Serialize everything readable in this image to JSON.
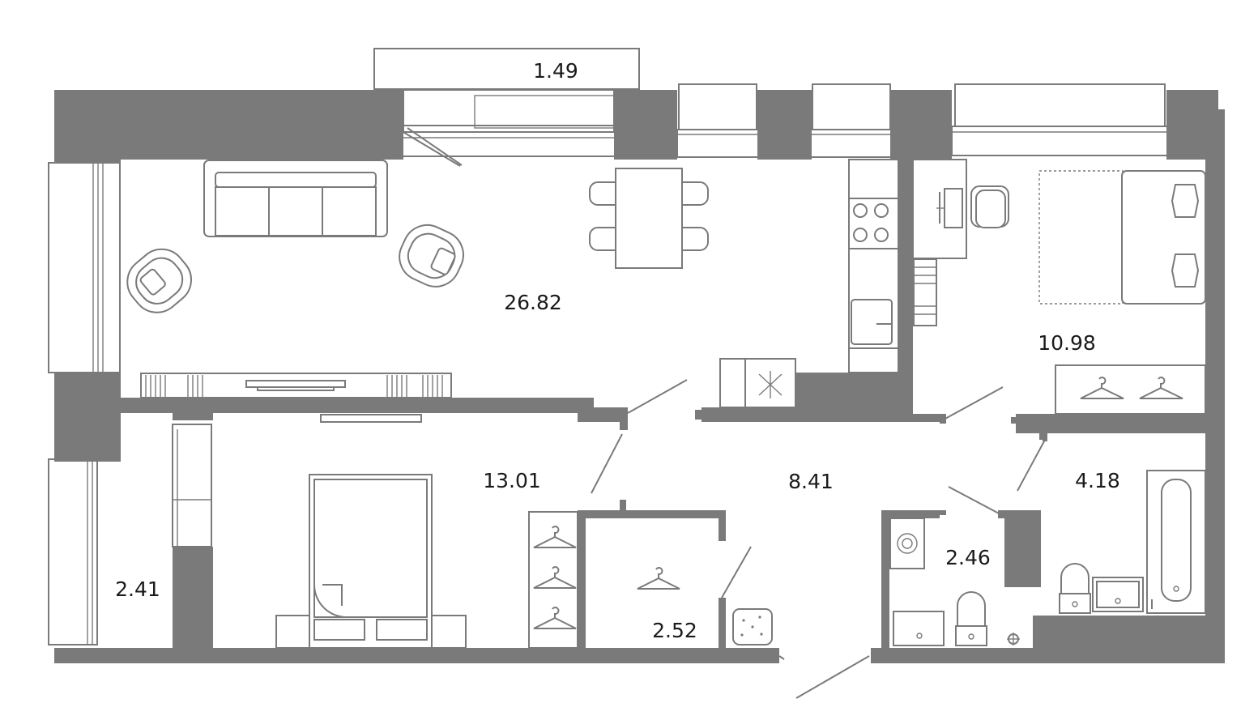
{
  "floor_plan": {
    "colors": {
      "wall": "#7a7a7a",
      "line": "#7a7a7a",
      "text": "#1a1a1a",
      "background": "#ffffff"
    },
    "rooms": [
      {
        "id": "balcony",
        "area": "1.49"
      },
      {
        "id": "living-kitchen",
        "area": "26.82"
      },
      {
        "id": "bedroom-right",
        "area": "10.98"
      },
      {
        "id": "bedroom-left",
        "area": "13.01"
      },
      {
        "id": "hallway",
        "area": "8.41"
      },
      {
        "id": "bathroom",
        "area": "4.18"
      },
      {
        "id": "wc",
        "area": "2.46"
      },
      {
        "id": "wardrobe",
        "area": "2.52"
      },
      {
        "id": "loggia",
        "area": "2.41"
      }
    ]
  }
}
